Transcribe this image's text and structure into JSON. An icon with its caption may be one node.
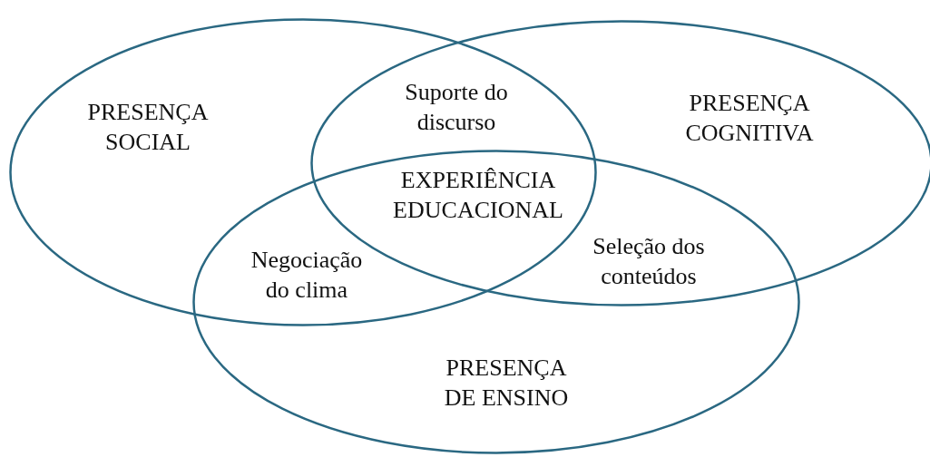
{
  "diagram": {
    "nodes": [
      {
        "text": [
          "PRESENÇA SOCIAL"
        ]
      },
      {
        "text": [
          "PRESENÇA COGNITIVA"
        ]
      },
      {
        "text": [
          "PRESENÇA DE ENSINO"
        ]
      }
    ],
    "edges": [],
    "labels": [
      "Suporte do discurso",
      "EXPERIÊNCIA EDUCACIONAL",
      "Negociação do clima",
      "Seleção dos conteúdos"
    ]
  }
}
